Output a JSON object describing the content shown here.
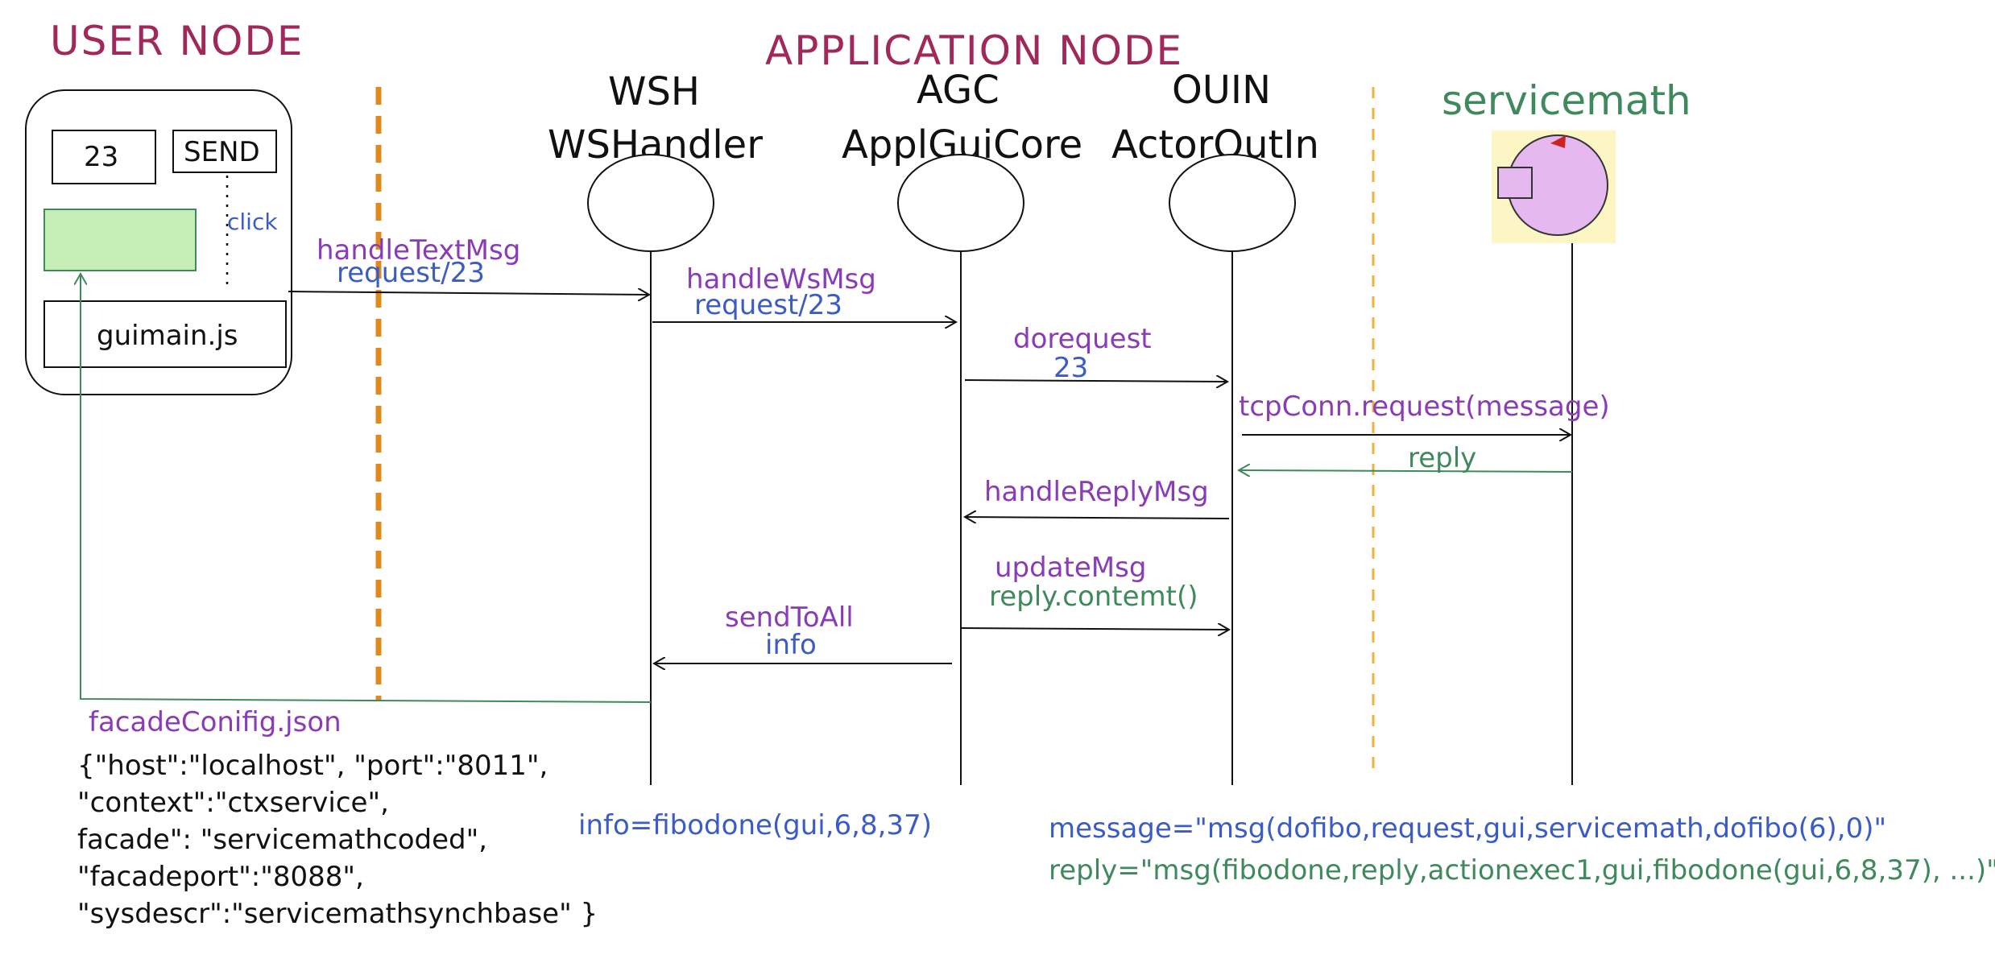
{
  "titles": {
    "user_node": "USER NODE",
    "application_node": "APPLICATION NODE"
  },
  "participants": [
    {
      "short": "WSH",
      "name": "WSHandler"
    },
    {
      "short": "AGC",
      "name": "ApplGuiCore"
    },
    {
      "short": "OUIN",
      "name": "ActorOutIn"
    }
  ],
  "servicemath": {
    "label": "servicemath"
  },
  "user_gui": {
    "input_value": "23",
    "send_label": "SEND",
    "click_label": "click",
    "script_label": "guimain.js"
  },
  "messages": {
    "handle_text_msg": "handleTextMsg",
    "handle_text_msg_payload": "request/23",
    "handle_ws_msg": "handleWsMsg",
    "handle_ws_msg_payload": "request/23",
    "dorequest": "dorequest",
    "dorequest_payload": "23",
    "tcp_request": "tcpConn.request(message)",
    "reply": "reply",
    "handle_reply_msg": "handleReplyMsg",
    "update_msg": "updateMsg",
    "update_msg_payload": "reply.contemt()",
    "send_to_all": "sendToAll",
    "send_to_all_payload": "info"
  },
  "config": {
    "filename": "facadeConifig.json",
    "lines": [
      "{\"host\":\"localhost\", \"port\":\"8011\",",
      "\"context\":\"ctxservice\",",
      "facade\": \"servicemathcoded\",",
      "\"facadeport\":\"8088\",",
      "\"sysdescr\":\"servicemathsynchbase\" }"
    ]
  },
  "notes": {
    "info": "info=fibodone(gui,6,8,37)",
    "message": "message=\"msg(dofibo,request,gui,servicemath,dofibo(6),0)\"",
    "reply": "reply=\"msg(fibodone,reply,actionexec1,gui,fibodone(gui,6,8,37), ...)\""
  },
  "colors": {
    "title_red": "#a0285a",
    "purple": "#8a3bb8",
    "blue": "#3b5cc8",
    "green": "#3f8a5c",
    "orange_dash": "#e08a1e",
    "light_green_fill": "#c6efb8",
    "servicemath_bg": "#fbf6c4",
    "servicemath_circle": "#e6b8f0"
  }
}
